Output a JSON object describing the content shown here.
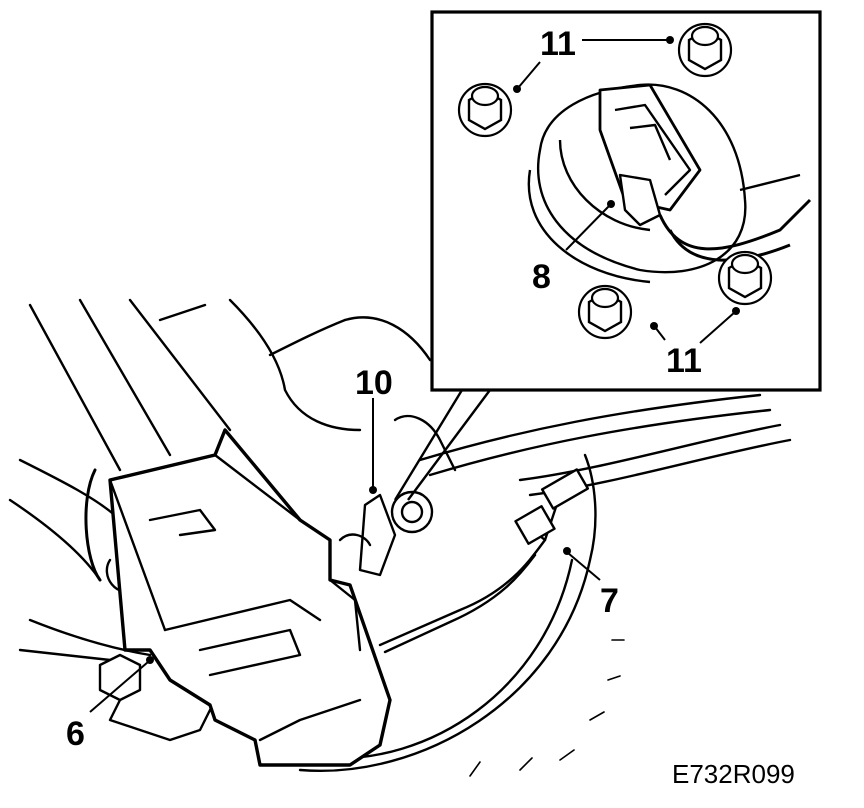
{
  "diagram": {
    "figure_code": "E732R099",
    "callouts": {
      "c6": "6",
      "c7": "7",
      "c8": "8",
      "c10": "10",
      "c11_top": "11",
      "c11_bottom": "11"
    },
    "colors": {
      "line": "#000000",
      "background": "#ffffff"
    }
  }
}
